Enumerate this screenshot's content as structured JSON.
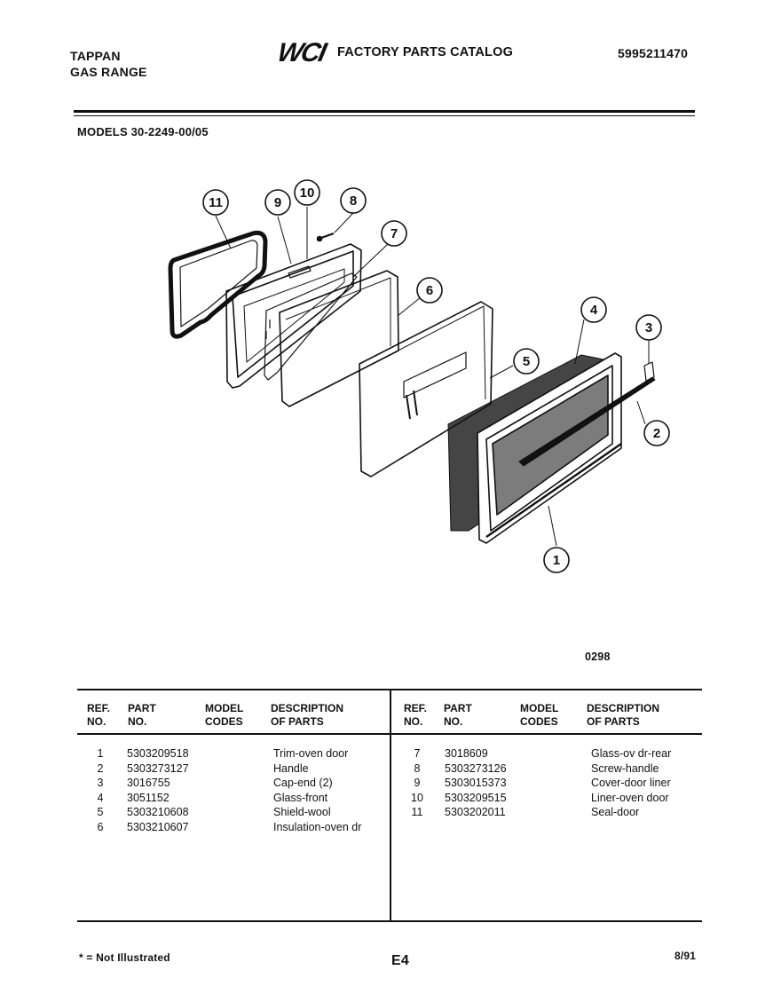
{
  "header": {
    "brand_line1": "TAPPAN",
    "brand_line2": "GAS RANGE",
    "logo_text": "WCI",
    "catalog_title": "FACTORY PARTS CATALOG",
    "catalog_number": "5995211470",
    "models": "MODELS 30-2249-00/05"
  },
  "diagram": {
    "callouts": [
      "1",
      "2",
      "3",
      "4",
      "5",
      "6",
      "7",
      "8",
      "9",
      "10",
      "11"
    ],
    "figure_code": "0298"
  },
  "table": {
    "headers": {
      "ref_line1": "REF.",
      "ref_line2": "NO.",
      "part_line1": "PART",
      "part_line2": "NO.",
      "model_line1": "MODEL",
      "model_line2": "CODES",
      "desc_line1": "DESCRIPTION",
      "desc_line2": "OF PARTS"
    },
    "left_rows": [
      {
        "ref": "1",
        "part": "5303209518",
        "desc": "Trim-oven door"
      },
      {
        "ref": "2",
        "part": "5303273127",
        "desc": "Handle"
      },
      {
        "ref": "3",
        "part": "3016755",
        "desc": "Cap-end (2)"
      },
      {
        "ref": "4",
        "part": "3051152",
        "desc": "Glass-front"
      },
      {
        "ref": "5",
        "part": "5303210608",
        "desc": "Shield-wool"
      },
      {
        "ref": "6",
        "part": "5303210607",
        "desc": "Insulation-oven dr"
      }
    ],
    "right_rows": [
      {
        "ref": "7",
        "part": "3018609",
        "desc": "Glass-ov dr-rear"
      },
      {
        "ref": "8",
        "part": "5303273126",
        "desc": "Screw-handle"
      },
      {
        "ref": "9",
        "part": "5303015373",
        "desc": "Cover-door liner"
      },
      {
        "ref": "10",
        "part": "5303209515",
        "desc": "Liner-oven door"
      },
      {
        "ref": "11",
        "part": "5303202011",
        "desc": "Seal-door"
      }
    ]
  },
  "footer": {
    "note": "* = Not Illustrated",
    "page_code": "E4",
    "date": "8/91"
  }
}
